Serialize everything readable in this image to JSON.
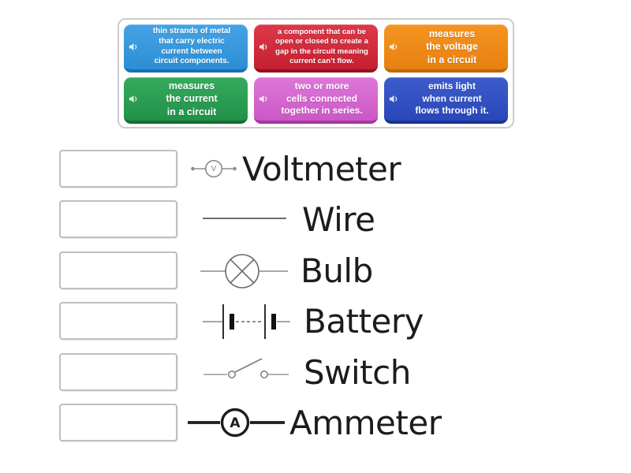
{
  "word_bank": {
    "tiles": [
      {
        "text": "thin strands of metal\nthat carry electric\ncurrent between\ncircuit components.",
        "icon": "speaker-icon",
        "colors": {
          "top": "#45A3E4",
          "bottom": "#2B8FD5",
          "edge": "#1A6FB2"
        }
      },
      {
        "text": "a component that can be\nopen or closed to create a\ngap in the circuit meaning\ncurrent can’t flow.",
        "icon": "speaker-icon",
        "colors": {
          "top": "#DC3949",
          "bottom": "#C42031",
          "edge": "#96111F"
        }
      },
      {
        "text": "measures\nthe voltage\nin a circuit",
        "icon": "speaker-icon",
        "colors": {
          "top": "#F59422",
          "bottom": "#E8800E",
          "edge": "#C06608"
        }
      },
      {
        "text": "measures\nthe current\nin a circuit",
        "icon": "speaker-icon",
        "colors": {
          "top": "#35AB5E",
          "bottom": "#219149",
          "edge": "#147033"
        }
      },
      {
        "text": "two or more\ncells connected\ntogether in series.",
        "icon": "speaker-icon",
        "colors": {
          "top": "#DE77D9",
          "bottom": "#CB58C5",
          "edge": "#A437A0"
        }
      },
      {
        "text": "emits light\nwhen current\nflows through it.",
        "icon": "speaker-icon",
        "colors": {
          "top": "#3D5CCC",
          "bottom": "#2A47B9",
          "edge": "#1B3290"
        }
      }
    ]
  },
  "matches": [
    {
      "label": "Voltmeter",
      "symbol": "voltmeter-circuit-symbol"
    },
    {
      "label": "Wire",
      "symbol": "wire-circuit-symbol"
    },
    {
      "label": "Bulb",
      "symbol": "bulb-circuit-symbol"
    },
    {
      "label": "Battery",
      "symbol": "battery-circuit-symbol"
    },
    {
      "label": "Switch",
      "symbol": "switch-circuit-symbol"
    },
    {
      "label": "Ammeter",
      "symbol": "ammeter-circuit-symbol"
    }
  ]
}
